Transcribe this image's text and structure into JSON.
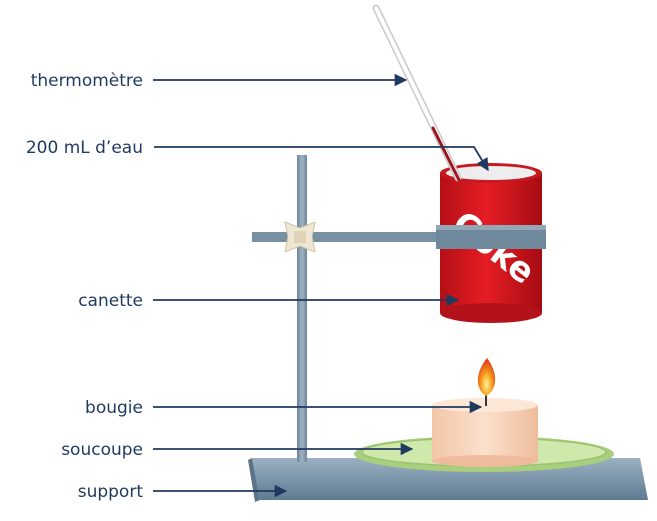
{
  "labels": {
    "thermometer": "thermomètre",
    "water": "200 mL d’eau",
    "can": "canette",
    "candle": "bougie",
    "saucer": "soucoupe",
    "support": "support"
  },
  "can_logo": "Coke",
  "colors": {
    "label_text": "#1f3a5f",
    "arrow": "#1f3a5f",
    "can_red": "#d8141c",
    "rod": "#7c93a6",
    "base": "#7f98ad",
    "saucer": "#c7e6a6",
    "candle": "#f8d4bb",
    "flame": "#f4a020"
  }
}
